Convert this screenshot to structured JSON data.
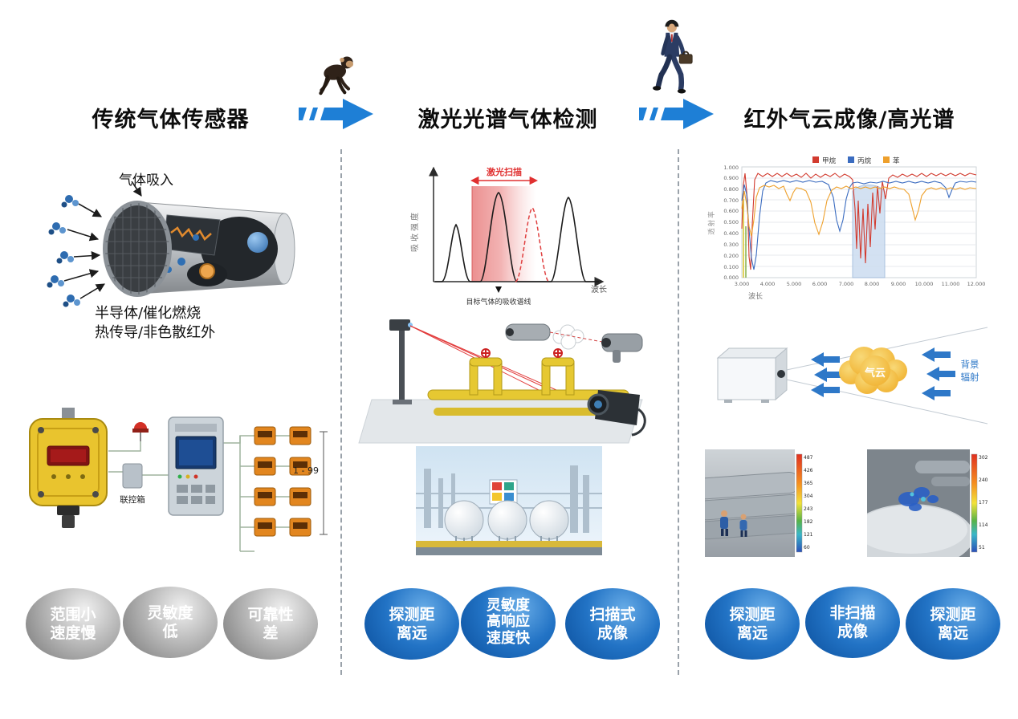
{
  "header": {
    "titles": [
      "传统气体传感器",
      "激光光谱气体检测",
      "红外气云成像/高光谱"
    ],
    "arrow_color": "#1e7fd6"
  },
  "left": {
    "gas_intake_label": "气体吸入",
    "caption": [
      "半导体/催化燃烧",
      "热传导/非色散红外"
    ],
    "schematic": {
      "controller_label": "联控箱",
      "count_label": "1 - 99"
    },
    "bubbles": [
      {
        "lines": [
          "范围小",
          "速度慢"
        ]
      },
      {
        "lines": [
          "灵敏度",
          "低"
        ]
      },
      {
        "lines": [
          "可靠性",
          "差"
        ]
      }
    ]
  },
  "middle": {
    "spectrum_chart": {
      "scan_label": "激光扫描",
      "ylabel": "吸收强度",
      "xlabel": "波长",
      "annotation": "目标气体的吸收谱线"
    },
    "bubbles": [
      {
        "lines": [
          "探测距",
          "离远"
        ]
      },
      {
        "lines": [
          "灵敏度",
          "高响应",
          "速度快"
        ]
      },
      {
        "lines": [
          "扫描式",
          "成像"
        ]
      }
    ]
  },
  "right": {
    "transmittance_chart": {
      "legend": [
        {
          "label": "甲烷",
          "color": "#d23b2f"
        },
        {
          "label": "丙烷",
          "color": "#3b6cc0"
        },
        {
          "label": "苯",
          "color": "#eea02c"
        }
      ],
      "ylabel": "透射率",
      "xlabel": "波长",
      "y_ticks": [
        "1.000",
        "0.900",
        "0.800",
        "0.700",
        "0.600",
        "0.500",
        "0.400",
        "0.300",
        "0.200",
        "0.100",
        "0.000"
      ],
      "x_ticks": [
        "3.000",
        "4.000",
        "5.000",
        "6.000",
        "7.000",
        "8.000",
        "9.000",
        "10.000",
        "11.000",
        "12.000"
      ]
    },
    "cloud_diagram": {
      "cloud_label": "气云",
      "radiation_label_lines": [
        "背景",
        "辐射"
      ]
    },
    "thermal_left_scale": [
      "487",
      "426",
      "365",
      "304",
      "243",
      "182",
      "121",
      "60"
    ],
    "thermal_right_scale": [
      "302",
      "240",
      "177",
      "114",
      "51"
    ],
    "bubbles": [
      {
        "lines": [
          "探测距",
          "离远"
        ]
      },
      {
        "lines": [
          "非扫描",
          "成像"
        ]
      },
      {
        "lines": [
          "探测距",
          "离远"
        ]
      }
    ]
  }
}
